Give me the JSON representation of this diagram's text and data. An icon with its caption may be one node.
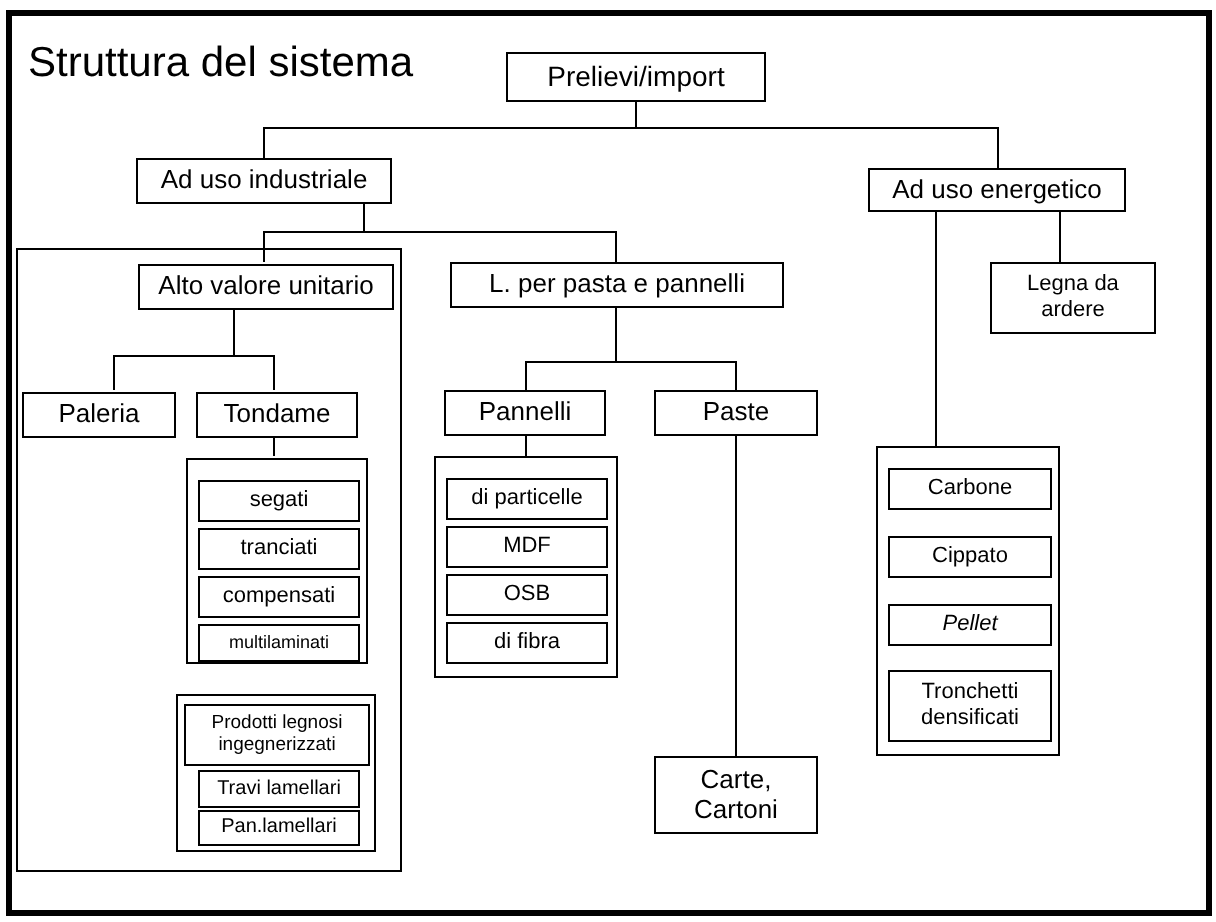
{
  "diagram": {
    "title": "Struttura del sistema",
    "nodes": [
      {
        "text": [
          "Prelievi/import"
        ]
      },
      {
        "text": [
          "Ad uso industriale"
        ]
      },
      {
        "text": [
          "Ad uso energetico"
        ]
      },
      {
        "text": [],
        "shape": "box"
      },
      {
        "text": [
          "Alto valore unitario"
        ],
        "in": 3
      },
      {
        "text": [
          "L. per pasta e pannelli"
        ]
      },
      {
        "text": [
          "Legna da ardere"
        ]
      },
      {
        "text": [
          "Paleria"
        ],
        "in": 3
      },
      {
        "text": [
          "Tondame"
        ],
        "in": 3
      },
      {
        "text": [
          "Pannelli"
        ]
      },
      {
        "text": [
          "Paste"
        ]
      },
      {
        "text": [],
        "shape": "box",
        "in": 3
      },
      {
        "text": [
          "segati"
        ],
        "in": 11
      },
      {
        "text": [
          "tranciati"
        ],
        "in": 11
      },
      {
        "text": [
          "compensati"
        ],
        "in": 11
      },
      {
        "text": [
          "multilaminati"
        ],
        "in": 11
      },
      {
        "text": [],
        "shape": "box",
        "in": 3
      },
      {
        "text": [
          "Prodotti legnosi ingegnerizzati"
        ],
        "in": 16
      },
      {
        "text": [
          "Travi lamellari"
        ],
        "in": 16
      },
      {
        "text": [
          "Pan.lamellari"
        ],
        "in": 16
      },
      {
        "text": [],
        "shape": "box"
      },
      {
        "text": [
          "di particelle"
        ],
        "in": 20
      },
      {
        "text": [
          "MDF"
        ],
        "in": 20
      },
      {
        "text": [
          "OSB"
        ],
        "in": 20
      },
      {
        "text": [
          "di fibra"
        ],
        "in": 20
      },
      {
        "text": [
          "Carte, Cartoni"
        ]
      },
      {
        "text": [],
        "shape": "box"
      },
      {
        "text": [
          "Carbone"
        ],
        "in": 26
      },
      {
        "text": [
          "Cippato"
        ],
        "in": 26
      },
      {
        "text": [
          "Pellet"
        ],
        "in": 26
      },
      {
        "text": [
          "Tronchetti densificati"
        ],
        "in": 26
      }
    ],
    "edges": [
      {
        "from": 0,
        "to": 1,
        "arrow": "none"
      },
      {
        "from": 0,
        "to": 2,
        "arrow": "none"
      },
      {
        "from": 1,
        "to": 4,
        "arrow": "none"
      },
      {
        "from": 1,
        "to": 5,
        "arrow": "none"
      },
      {
        "from": 2,
        "to": 26,
        "arrow": "none"
      },
      {
        "from": 2,
        "to": 6,
        "arrow": "none"
      },
      {
        "from": 4,
        "to": 7,
        "arrow": "none"
      },
      {
        "from": 4,
        "to": 8,
        "arrow": "none"
      },
      {
        "from": 5,
        "to": 9,
        "arrow": "none"
      },
      {
        "from": 5,
        "to": 10,
        "arrow": "none"
      },
      {
        "from": 8,
        "to": 11,
        "arrow": "none"
      },
      {
        "from": 9,
        "to": 20,
        "arrow": "none"
      },
      {
        "from": 10,
        "to": 25,
        "arrow": "none"
      }
    ]
  }
}
